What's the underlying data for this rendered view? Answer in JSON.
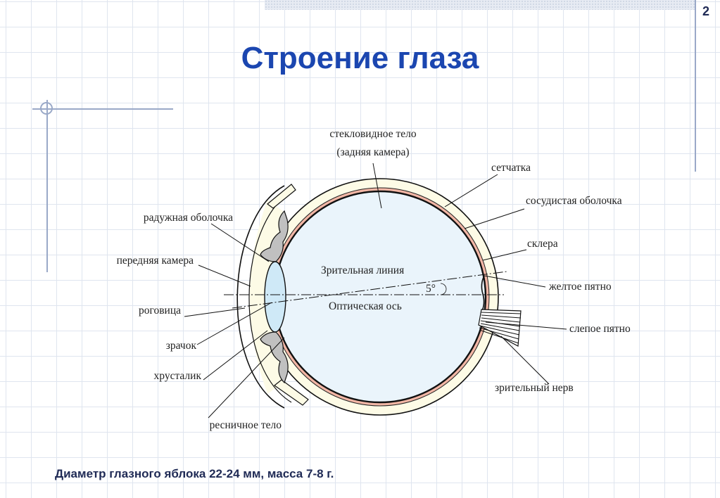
{
  "page_number": "2",
  "title": "Строение глаза",
  "labels": {
    "vitreous_line1": "стекловидное тело",
    "vitreous_line2": "(задняя камера)",
    "retina": "сетчатка",
    "choroid": "сосудистая оболочка",
    "sclera": "склера",
    "macula": "желтое пятно",
    "blind_spot": "слепое пятно",
    "optic_nerve": "зрительный нерв",
    "iris": "радужная оболочка",
    "anterior_chamber": "передняя камера",
    "cornea": "роговица",
    "pupil": "зрачок",
    "lens": "хрусталик",
    "ciliary_body": "ресничное тело",
    "visual_line": "Зрительная линия",
    "optical_axis": "Оптическая ось",
    "angle": "5°"
  },
  "footer": "Диаметр глазного яблока 22-24 мм, масса 7-8 г.",
  "colors": {
    "title": "#1b46b0",
    "vitreous_fill": "#eaf4fb",
    "choroid_fill": "#f2b6a5",
    "sclera_fill": "#fdfbe6",
    "iris_fill": "#c0c0c0",
    "lens_fill": "#cfe9f7"
  }
}
